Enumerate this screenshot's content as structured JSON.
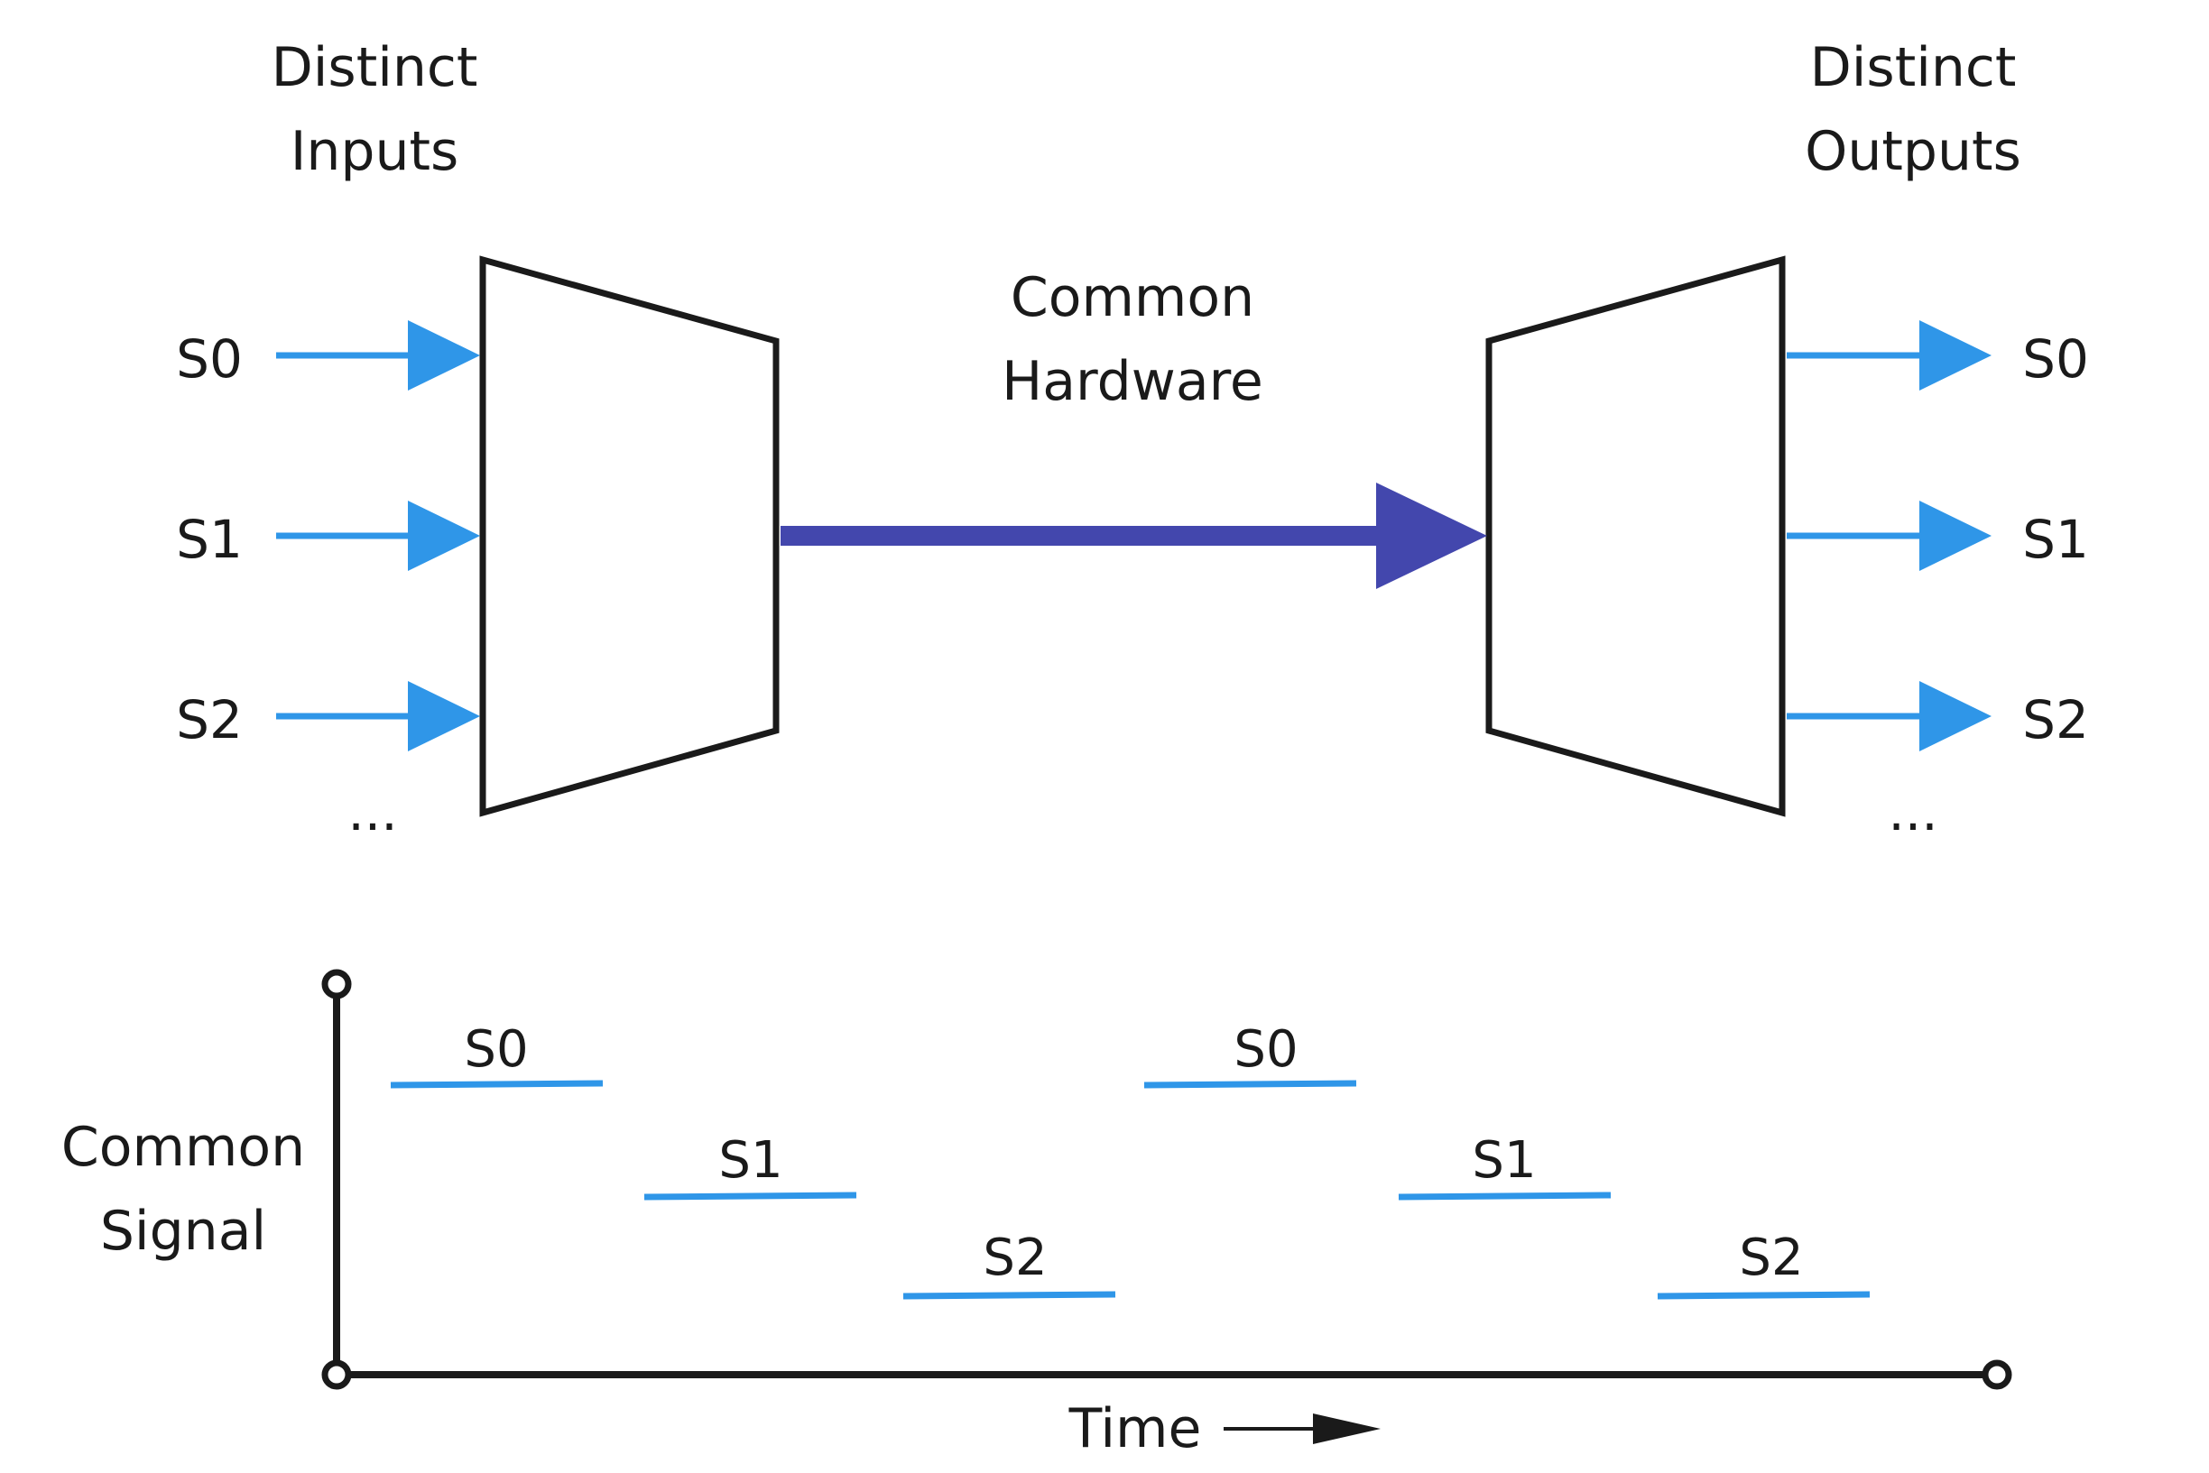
{
  "header": {
    "inputs_label": [
      "Distinct",
      "Inputs"
    ],
    "outputs_label": [
      "Distinct",
      "Outputs"
    ],
    "hardware_label": [
      "Common",
      "Hardware"
    ]
  },
  "inputs": [
    "S0",
    "S1",
    "S2"
  ],
  "outputs": [
    "S0",
    "S1",
    "S2"
  ],
  "inputs_ellipsis": "...",
  "outputs_ellipsis": "...",
  "timing": {
    "y_label": [
      "Common",
      "Signal"
    ],
    "x_label": "Time",
    "slots": [
      "S0",
      "S1",
      "S2",
      "S0",
      "S1",
      "S2"
    ]
  },
  "colors": {
    "signal_arrow": "#2f96e8",
    "bus_arrow": "#4347ad",
    "outline": "#1a1a1a",
    "timing_line": "#2f96e8"
  }
}
